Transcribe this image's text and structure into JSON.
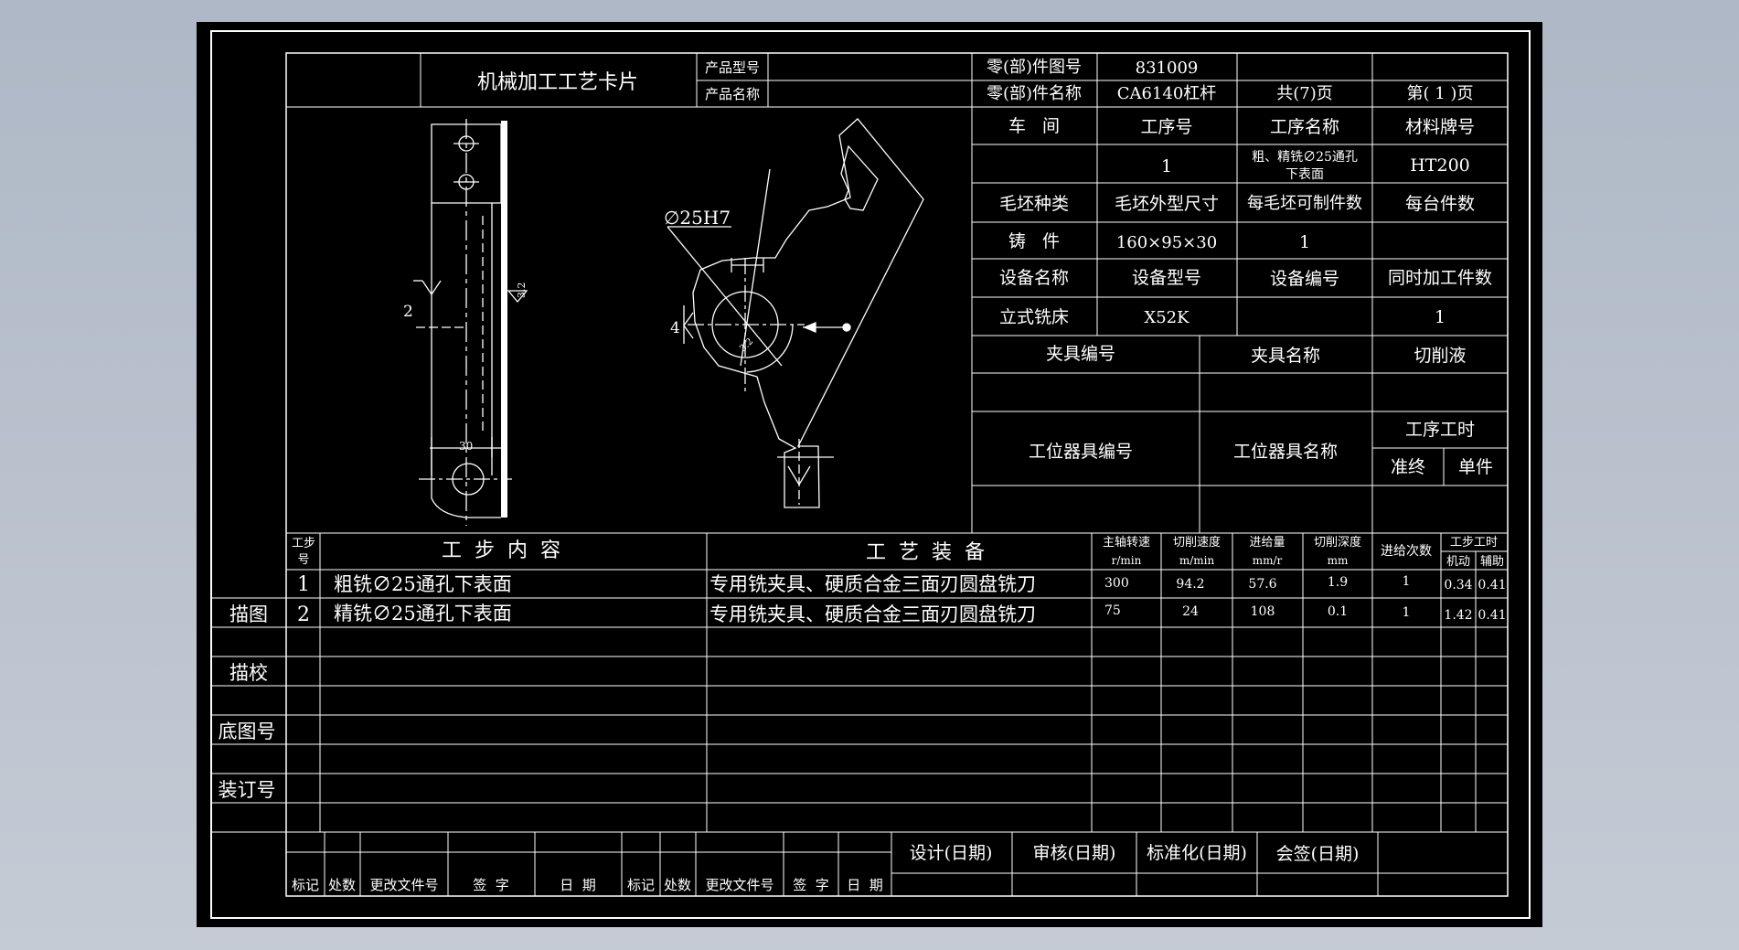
{
  "card": {
    "title": "机械加工工艺卡片",
    "product_model_label": "产品型号",
    "product_name_label": "产品名称",
    "part_drawing_no_label": "零(部)件图号",
    "part_drawing_no": "831009",
    "part_name_label": "零(部)件名称",
    "part_name": "CA6140杠杆",
    "total_pages": "共(7)页",
    "page_no": "第( 1 )页"
  },
  "info": {
    "workshop_label": "车   间",
    "op_no_label": "工序号",
    "op_name_label": "工序名称",
    "material_label": "材料牌号",
    "op_no": "1",
    "op_name_line1": "粗、精铣∅25通孔",
    "op_name_line2": "下表面",
    "material": "HT200",
    "blank_type_label": "毛坯种类",
    "blank_size_label": "毛坯外型尺寸",
    "pieces_per_blank_label": "每毛坯可制件数",
    "pieces_per_machine_label": "每台件数",
    "blank_type": "铸   件",
    "blank_size": "160×95×30",
    "pieces_per_blank": "1",
    "equip_name_label": "设备名称",
    "equip_model_label": "设备型号",
    "equip_no_label": "设备编号",
    "simul_parts_label": "同时加工件数",
    "equip_name": "立式铣床",
    "equip_model": "X52K",
    "simul_parts": "1",
    "fixture_no_label": "夹具编号",
    "fixture_name_label": "夹具名称",
    "coolant_label": "切削液",
    "station_tool_no_label": "工位器具编号",
    "station_tool_name_label": "工位器具名称",
    "op_time_label": "工序工时",
    "prep_end_label": "准终",
    "unit_label": "单件"
  },
  "drawing": {
    "dim_2": "2",
    "dim_30": "30",
    "dim_hole": "∅25H7",
    "dim_4": "4",
    "roughness_left": "3.2",
    "roughness_mid": "3.2"
  },
  "steps": {
    "step_no_label_1": "工步",
    "step_no_label_2": "号",
    "content_label": "工  步  内  容",
    "equipment_label": "工  艺  装  备",
    "spindle_label_1": "主轴转速",
    "spindle_label_2": "r/min",
    "cut_speed_label_1": "切削速度",
    "cut_speed_label_2": "m/min",
    "feed_label_1": "进给量",
    "feed_label_2": "mm/r",
    "depth_label_1": "切削深度",
    "depth_label_2": "mm",
    "passes_label": "进给次数",
    "step_time_label": "工步工时",
    "machine_time_label": "机动",
    "aux_time_label": "辅助",
    "rows": [
      {
        "no": "1",
        "content": "粗铣∅25通孔下表面",
        "equipment": "专用铣夹具、硬质合金三面刃圆盘铣刀",
        "spindle": "300",
        "speed": "94.2",
        "feed": "57.6",
        "depth": "1.9",
        "passes": "1",
        "machine": "0.34",
        "aux": "0.41"
      },
      {
        "no": "2",
        "content": "精铣∅25通孔下表面",
        "equipment": "专用铣夹具、硬质合金三面刃圆盘铣刀",
        "spindle": "75",
        "speed": "24",
        "feed": "108",
        "depth": "0.1",
        "passes": "1",
        "machine": "1.42",
        "aux": "0.41"
      }
    ]
  },
  "side": {
    "trace": "描图",
    "trace_check": "描校",
    "base_drawing_no": "底图号",
    "binding_no": "装订号"
  },
  "footer": {
    "design": "设计(日期)",
    "review": "审核(日期)",
    "standard": "标准化(日期)",
    "countersign": "会签(日期)",
    "mark": "标记",
    "count": "处数",
    "change_doc": "更改文件号",
    "sign": "签  字",
    "date": "日  期"
  }
}
